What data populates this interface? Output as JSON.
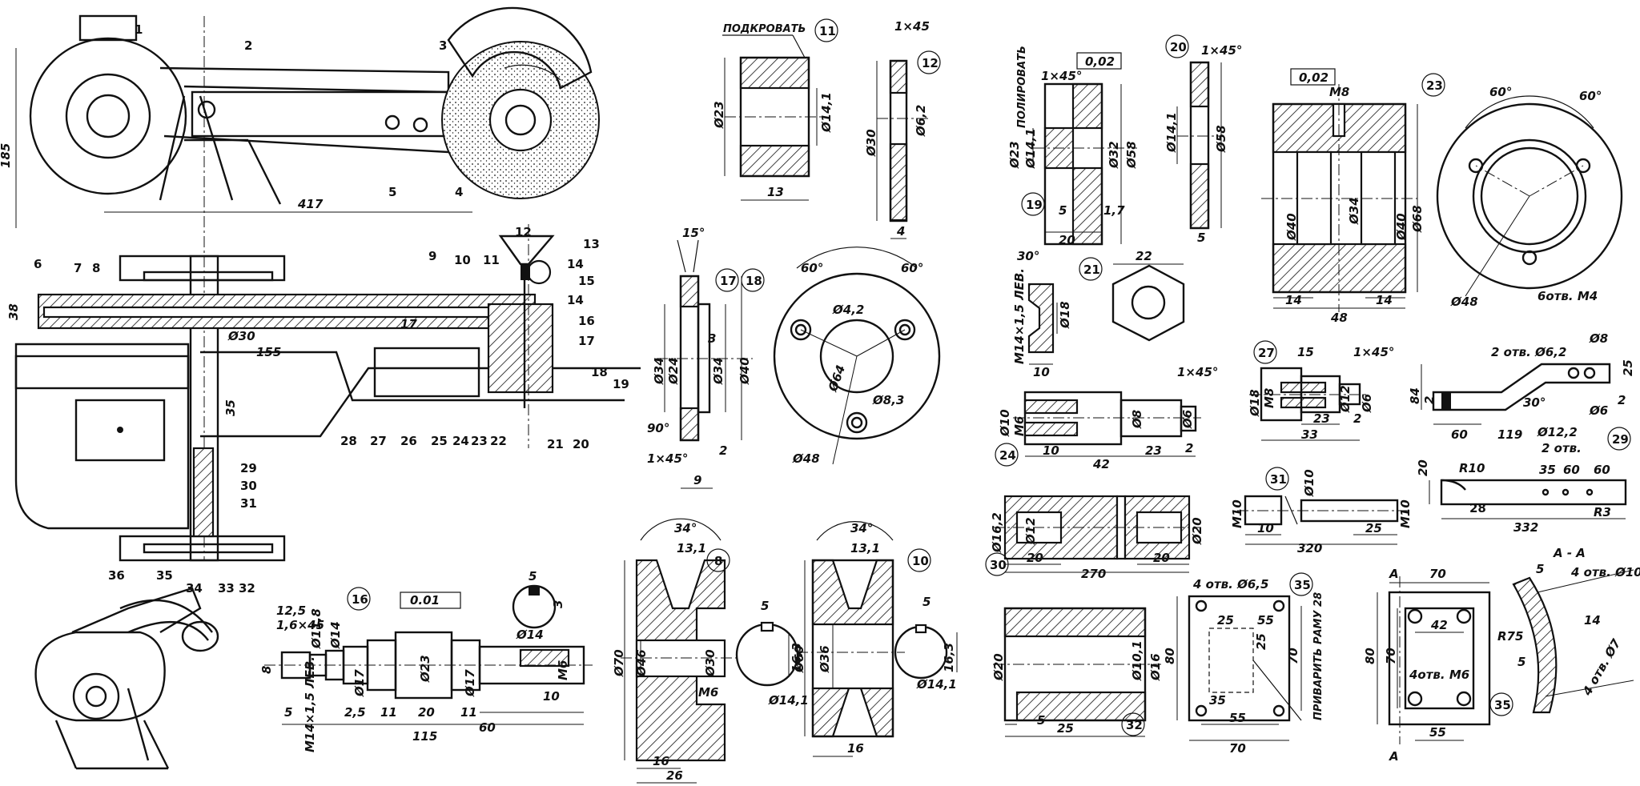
{
  "callouts": [
    "1",
    "2",
    "3",
    "4",
    "5",
    "6",
    "7",
    "8",
    "9",
    "10",
    "11",
    "12",
    "13",
    "14",
    "14",
    "15",
    "16",
    "17",
    "18",
    "19",
    "20",
    "21",
    "22",
    "23",
    "24",
    "25",
    "26",
    "27",
    "28",
    "29",
    "30",
    "31",
    "32",
    "33",
    "34",
    "35",
    "36"
  ],
  "assembly_dims": {
    "height": "185",
    "span": "417",
    "belt_h": "38",
    "shaft_d": "Ø30",
    "offset": "155",
    "arm_drop": "35",
    "gap": "17"
  },
  "part11": {
    "label": "11",
    "note": "ПОДКРОВАТЬ",
    "d_outer": "Ø23",
    "d_inner": "Ø14,1",
    "width": "13"
  },
  "part12": {
    "label": "12",
    "chamfer": "1×45",
    "d_outer": "Ø30",
    "d_inner": "Ø6,2",
    "width": "4"
  },
  "part17_18": {
    "label_a": "17",
    "label_b": "18",
    "angle_top": "15°",
    "d1": "Ø34",
    "d2": "Ø24",
    "d3": "Ø34",
    "d4": "Ø40",
    "d5": "3",
    "angle_bot": "90°",
    "chamfer": "1×45°",
    "w1": "2",
    "w2": "9",
    "angle_a": "60°",
    "angle_b": "60°",
    "hole_small": "Ø4,2",
    "pcd": "Ø64",
    "hole_big": "Ø8,3",
    "d_out": "Ø48"
  },
  "part8": {
    "label": "8",
    "angle": "34°",
    "groove": "13,1",
    "d1": "Ø70",
    "d2": "Ø46",
    "d3": "Ø30",
    "thread": "M6",
    "w1": "16",
    "w2": "26",
    "key": "5",
    "key_h": "16,3",
    "bore": "Ø14,1"
  },
  "part10": {
    "label": "10",
    "angle": "34°",
    "groove": "13,1",
    "d1": "Ø60",
    "d2": "Ø36",
    "w1": "16",
    "key": "5",
    "key_h": "16,3",
    "bore": "Ø14,1"
  },
  "part16": {
    "label": "16",
    "tol": "0.01",
    "d1": "12,5",
    "chamfer": "1,6×45",
    "d2": "Ø11,8",
    "d3": "Ø14",
    "d4": "Ø17",
    "d5": "Ø23",
    "d6": "Ø17",
    "thread": "M14×1,5 ЛЕВ.",
    "sq": "8",
    "key": "5",
    "key_h": "3",
    "d_end": "Ø14",
    "m6": "M6",
    "l1": "5",
    "l2": "2,5",
    "l3": "11",
    "l4": "20",
    "l5": "11",
    "l6": "60",
    "l7": "10",
    "total": "115"
  },
  "part19": {
    "label": "19",
    "note": "ПОЛИРОВАТЬ",
    "tol": "0,02",
    "chamfer": "1×45°",
    "d1": "Ø23",
    "d2": "Ø14,1",
    "d3": "Ø32",
    "d4": "Ø58",
    "l1": "5",
    "l2": "1,7",
    "l3": "20"
  },
  "part20": {
    "label": "20",
    "chamfer": "1×45°",
    "d1": "Ø14,1",
    "d2": "Ø58",
    "w": "5"
  },
  "part21": {
    "label": "21",
    "angle": "30°",
    "thread": "M14×1,5 ЛЕВ.",
    "d": "Ø18",
    "l": "10",
    "across": "22"
  },
  "part23": {
    "label": "23",
    "tol": "0,02",
    "thread": "M8",
    "d1": "Ø40",
    "d2": "Ø34",
    "d3": "Ø40",
    "d4": "Ø68",
    "l1": "14",
    "l2": "14",
    "total": "48",
    "a1": "60°",
    "a2": "60°",
    "pcd": "Ø48",
    "holes": "6отв. M4"
  },
  "part24": {
    "label": "24",
    "chamfer": "1×45°",
    "d1": "Ø10",
    "thread": "M6",
    "d2": "Ø8",
    "d3": "Ø6",
    "l1": "10",
    "l2": "23",
    "l3": "2",
    "total": "42"
  },
  "part27": {
    "label": "27",
    "d1": "Ø18",
    "thread": "M8",
    "chamfer": "1×45°",
    "d2": "Ø12",
    "d3": "Ø6",
    "l1": "15",
    "l2": "23",
    "l3": "2",
    "total": "33"
  },
  "part28": {
    "label": "28",
    "r": "R10",
    "l1": "35",
    "l2": "60",
    "l3": "60",
    "l4": "20",
    "total": "332",
    "r2": "R3"
  },
  "part29": {
    "label": "29",
    "holes": "2 отв. Ø6,2",
    "d1": "Ø8",
    "sq": "25",
    "h": "84",
    "l1": "2",
    "angle": "30°",
    "l2": "60",
    "l3": "119",
    "d2": "Ø12,2",
    "holes2": "2 отв.",
    "d3": "Ø6",
    "w": "2"
  },
  "part30": {
    "label": "30",
    "d1": "Ø16,2",
    "d2": "Ø12",
    "d3": "Ø20",
    "l1": "20",
    "l2": "20",
    "total": "270"
  },
  "part31": {
    "label": "31",
    "d": "Ø10",
    "t1": "M10",
    "t2": "M10",
    "l1": "10",
    "l2": "25",
    "total": "320"
  },
  "part32": {
    "label": "32",
    "d1": "Ø20",
    "d2": "Ø10,1",
    "d3": "Ø16",
    "l1": "5",
    "total": "25"
  },
  "part35a": {
    "label": "35",
    "holes": "4 отв. Ø6,5",
    "note": "ПРИВАРИТЬ РАМУ 28",
    "w1": "25",
    "w2": "55",
    "h1": "80",
    "h2": "70",
    "c1": "25",
    "l1": "35",
    "l2": "55",
    "total": "70"
  },
  "part35b": {
    "label": "35",
    "section": "А - А",
    "mark": "А",
    "w": "70",
    "l": "42",
    "h1": "80",
    "h2": "70",
    "holes": "4отв. М6",
    "bottom": "55",
    "r": "R75",
    "t": "5",
    "holes2": "4 отв. Ø10",
    "holes3": "4 отв. Ø7",
    "n1": "5",
    "n2": "14"
  }
}
